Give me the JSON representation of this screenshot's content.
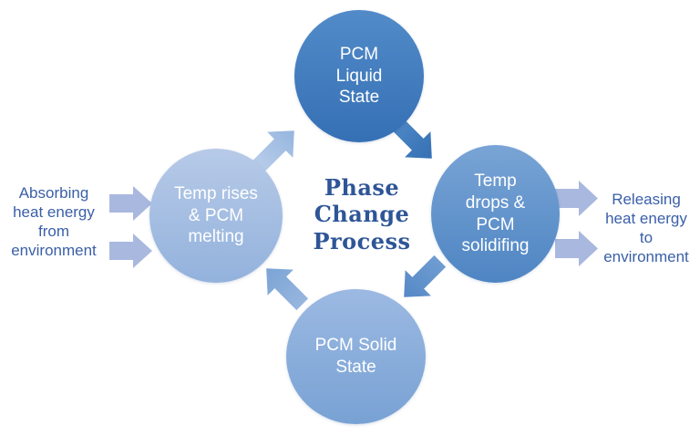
{
  "diagram": {
    "title": "Phase\nChange\nProcess",
    "nodes": {
      "top": "PCM\nLiquid\nState",
      "right": "Temp\ndrops &\nPCM\nsolidifing",
      "bottom": "PCM Solid\nState",
      "left": "Temp rises\n& PCM\nmelting"
    },
    "side_labels": {
      "absorb": "Absorbing\nheat energy\nfrom\nenvironment",
      "release": "Releasing\nheat energy\nto\nenvironment"
    },
    "colors": {
      "node_top_gradient": [
        "#528bc8",
        "#3570b5"
      ],
      "node_right_gradient": [
        "#79a4d5",
        "#4e85c3"
      ],
      "node_bottom_gradient": [
        "#9cb9e2",
        "#78a2d4"
      ],
      "node_left_gradient": [
        "#b7cae8",
        "#93b2dc"
      ],
      "cycle_arrow_ne": "#a7c2e5",
      "cycle_arrow_se": "#3d79bd",
      "cycle_arrow_sw": "#5e90ca",
      "cycle_arrow_nw": "#86abd8",
      "flow_arrow": "#a9b8de",
      "title_text": "#2e5597",
      "side_label_text": "#3a5fa8",
      "node_text": "#ffffff"
    }
  }
}
